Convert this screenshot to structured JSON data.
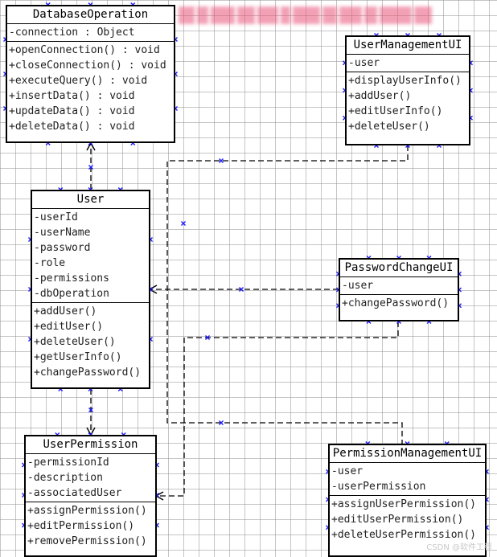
{
  "classes": {
    "database_operation": {
      "name": "DatabaseOperation",
      "attributes": [
        "-connection : Object"
      ],
      "methods": [
        "+openConnection() : void",
        "+closeConnection() : void",
        "+executeQuery() : void",
        "+insertData() : void",
        "+updateData() : void",
        "+deleteData() : void"
      ]
    },
    "user_management_ui": {
      "name": "UserManagementUI",
      "attributes": [
        "-user"
      ],
      "methods": [
        "+displayUserInfo()",
        "+addUser()",
        "+editUserInfo()",
        "+deleteUser()"
      ]
    },
    "user": {
      "name": "User",
      "attributes": [
        "-userId",
        "-userName",
        "-password",
        "-role",
        "-permissions",
        "-dbOperation"
      ],
      "methods": [
        "+addUser()",
        "+editUser()",
        "+deleteUser()",
        "+getUserInfo()",
        "+changePassword()"
      ]
    },
    "password_change_ui": {
      "name": "PasswordChangeUI",
      "attributes": [
        "-user"
      ],
      "methods": [
        "+changePassword()"
      ]
    },
    "user_permission": {
      "name": "UserPermission",
      "attributes": [
        "-permissionId",
        "-description",
        "-associatedUser"
      ],
      "methods": [
        "+assignPermission()",
        "+editPermission()",
        "+removePermission()"
      ]
    },
    "permission_management_ui": {
      "name": "PermissionManagementUI",
      "attributes": [
        "-user",
        "-userPermission"
      ],
      "methods": [
        "+assignUserPermission()",
        "+editUserPermission()",
        "+deleteUserPermission()"
      ]
    }
  },
  "watermark": "CSDN @软件工程",
  "colors": {
    "line": "#000000",
    "handle": "#1a1aff",
    "redacted": "#e8557a"
  }
}
